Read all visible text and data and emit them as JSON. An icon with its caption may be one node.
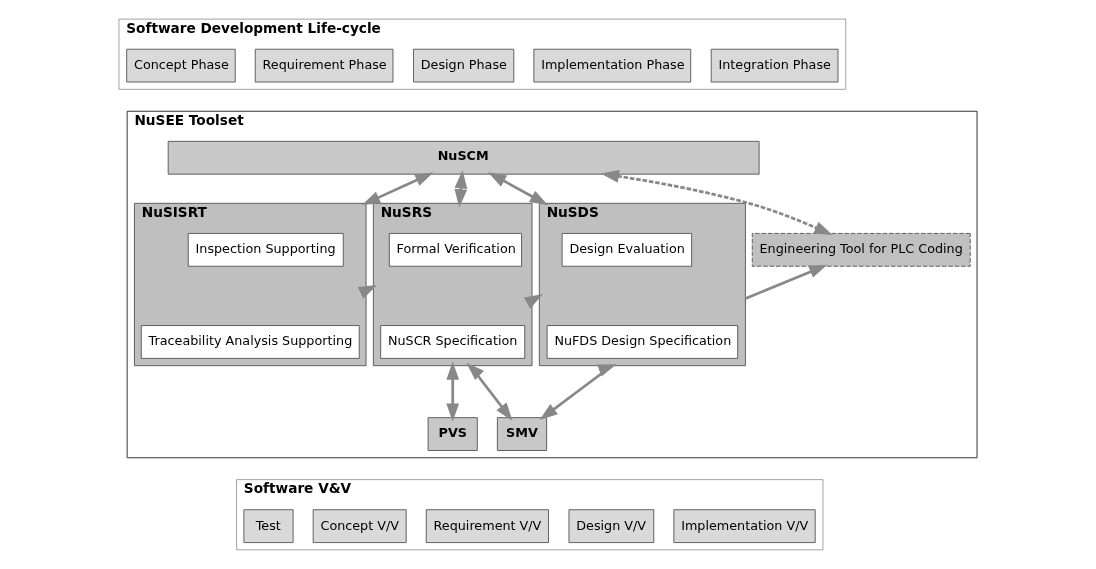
{
  "diagram": {
    "nodes": [
      {
        "text": [
          "Software Development Life-cycle"
        ]
      },
      {
        "text": [
          "Concept Phase"
        ],
        "in": 0
      },
      {
        "text": [
          "Requirement Phase"
        ],
        "in": 0
      },
      {
        "text": [
          "Design Phase"
        ],
        "in": 0
      },
      {
        "text": [
          "Implementation Phase"
        ],
        "in": 0
      },
      {
        "text": [
          "Integration Phase"
        ],
        "in": 0
      },
      {
        "text": [
          "NuSEE Toolset"
        ]
      },
      {
        "text": [
          "NuSCM"
        ],
        "in": 6
      },
      {
        "text": [
          "NuSISRT"
        ],
        "in": 6
      },
      {
        "text": [
          "Inspection Supporting"
        ],
        "in": 8
      },
      {
        "text": [
          "Traceability Analysis Supporting"
        ],
        "in": 8
      },
      {
        "text": [
          "NuSRS"
        ],
        "in": 6
      },
      {
        "text": [
          "Formal Verification"
        ],
        "in": 11
      },
      {
        "text": [
          "NuSCR Specification"
        ],
        "in": 11
      },
      {
        "text": [
          "NuSDS"
        ],
        "in": 6
      },
      {
        "text": [
          "Design Evaluation"
        ],
        "in": 14
      },
      {
        "text": [
          "NuFDS Design Specification"
        ],
        "in": 14
      },
      {
        "text": [
          "Engineering Tool for PLC Coding"
        ],
        "in": 6
      },
      {
        "text": [
          "PVS"
        ],
        "in": 6
      },
      {
        "text": [
          "SMV"
        ],
        "in": 6
      },
      {
        "text": [
          "Software V&V"
        ]
      },
      {
        "text": [
          "Concept V/V"
        ],
        "in": 20
      },
      {
        "text": [
          "Requirement V/V"
        ],
        "in": 20
      },
      {
        "text": [
          "Design V/V"
        ],
        "in": 20
      },
      {
        "text": [
          "Implementation V/V"
        ],
        "in": 20
      },
      {
        "text": [
          "Test"
        ],
        "in": 20
      }
    ],
    "edges": [
      {
        "from": 8,
        "to": 7,
        "arrow": "both"
      },
      {
        "from": 11,
        "to": 7,
        "arrow": "both"
      },
      {
        "from": 14,
        "to": 7,
        "arrow": "both"
      },
      {
        "from": 17,
        "to": 7,
        "arrow": "both",
        "style": "dashed"
      },
      {
        "from": 8,
        "to": 11,
        "arrow": "to"
      },
      {
        "from": 11,
        "to": 14,
        "arrow": "to"
      },
      {
        "from": 14,
        "to": 17,
        "arrow": "to"
      },
      {
        "from": 18,
        "to": 11,
        "arrow": "both"
      },
      {
        "from": 19,
        "to": 11,
        "arrow": "both"
      },
      {
        "from": 19,
        "to": 14,
        "arrow": "both"
      }
    ]
  }
}
